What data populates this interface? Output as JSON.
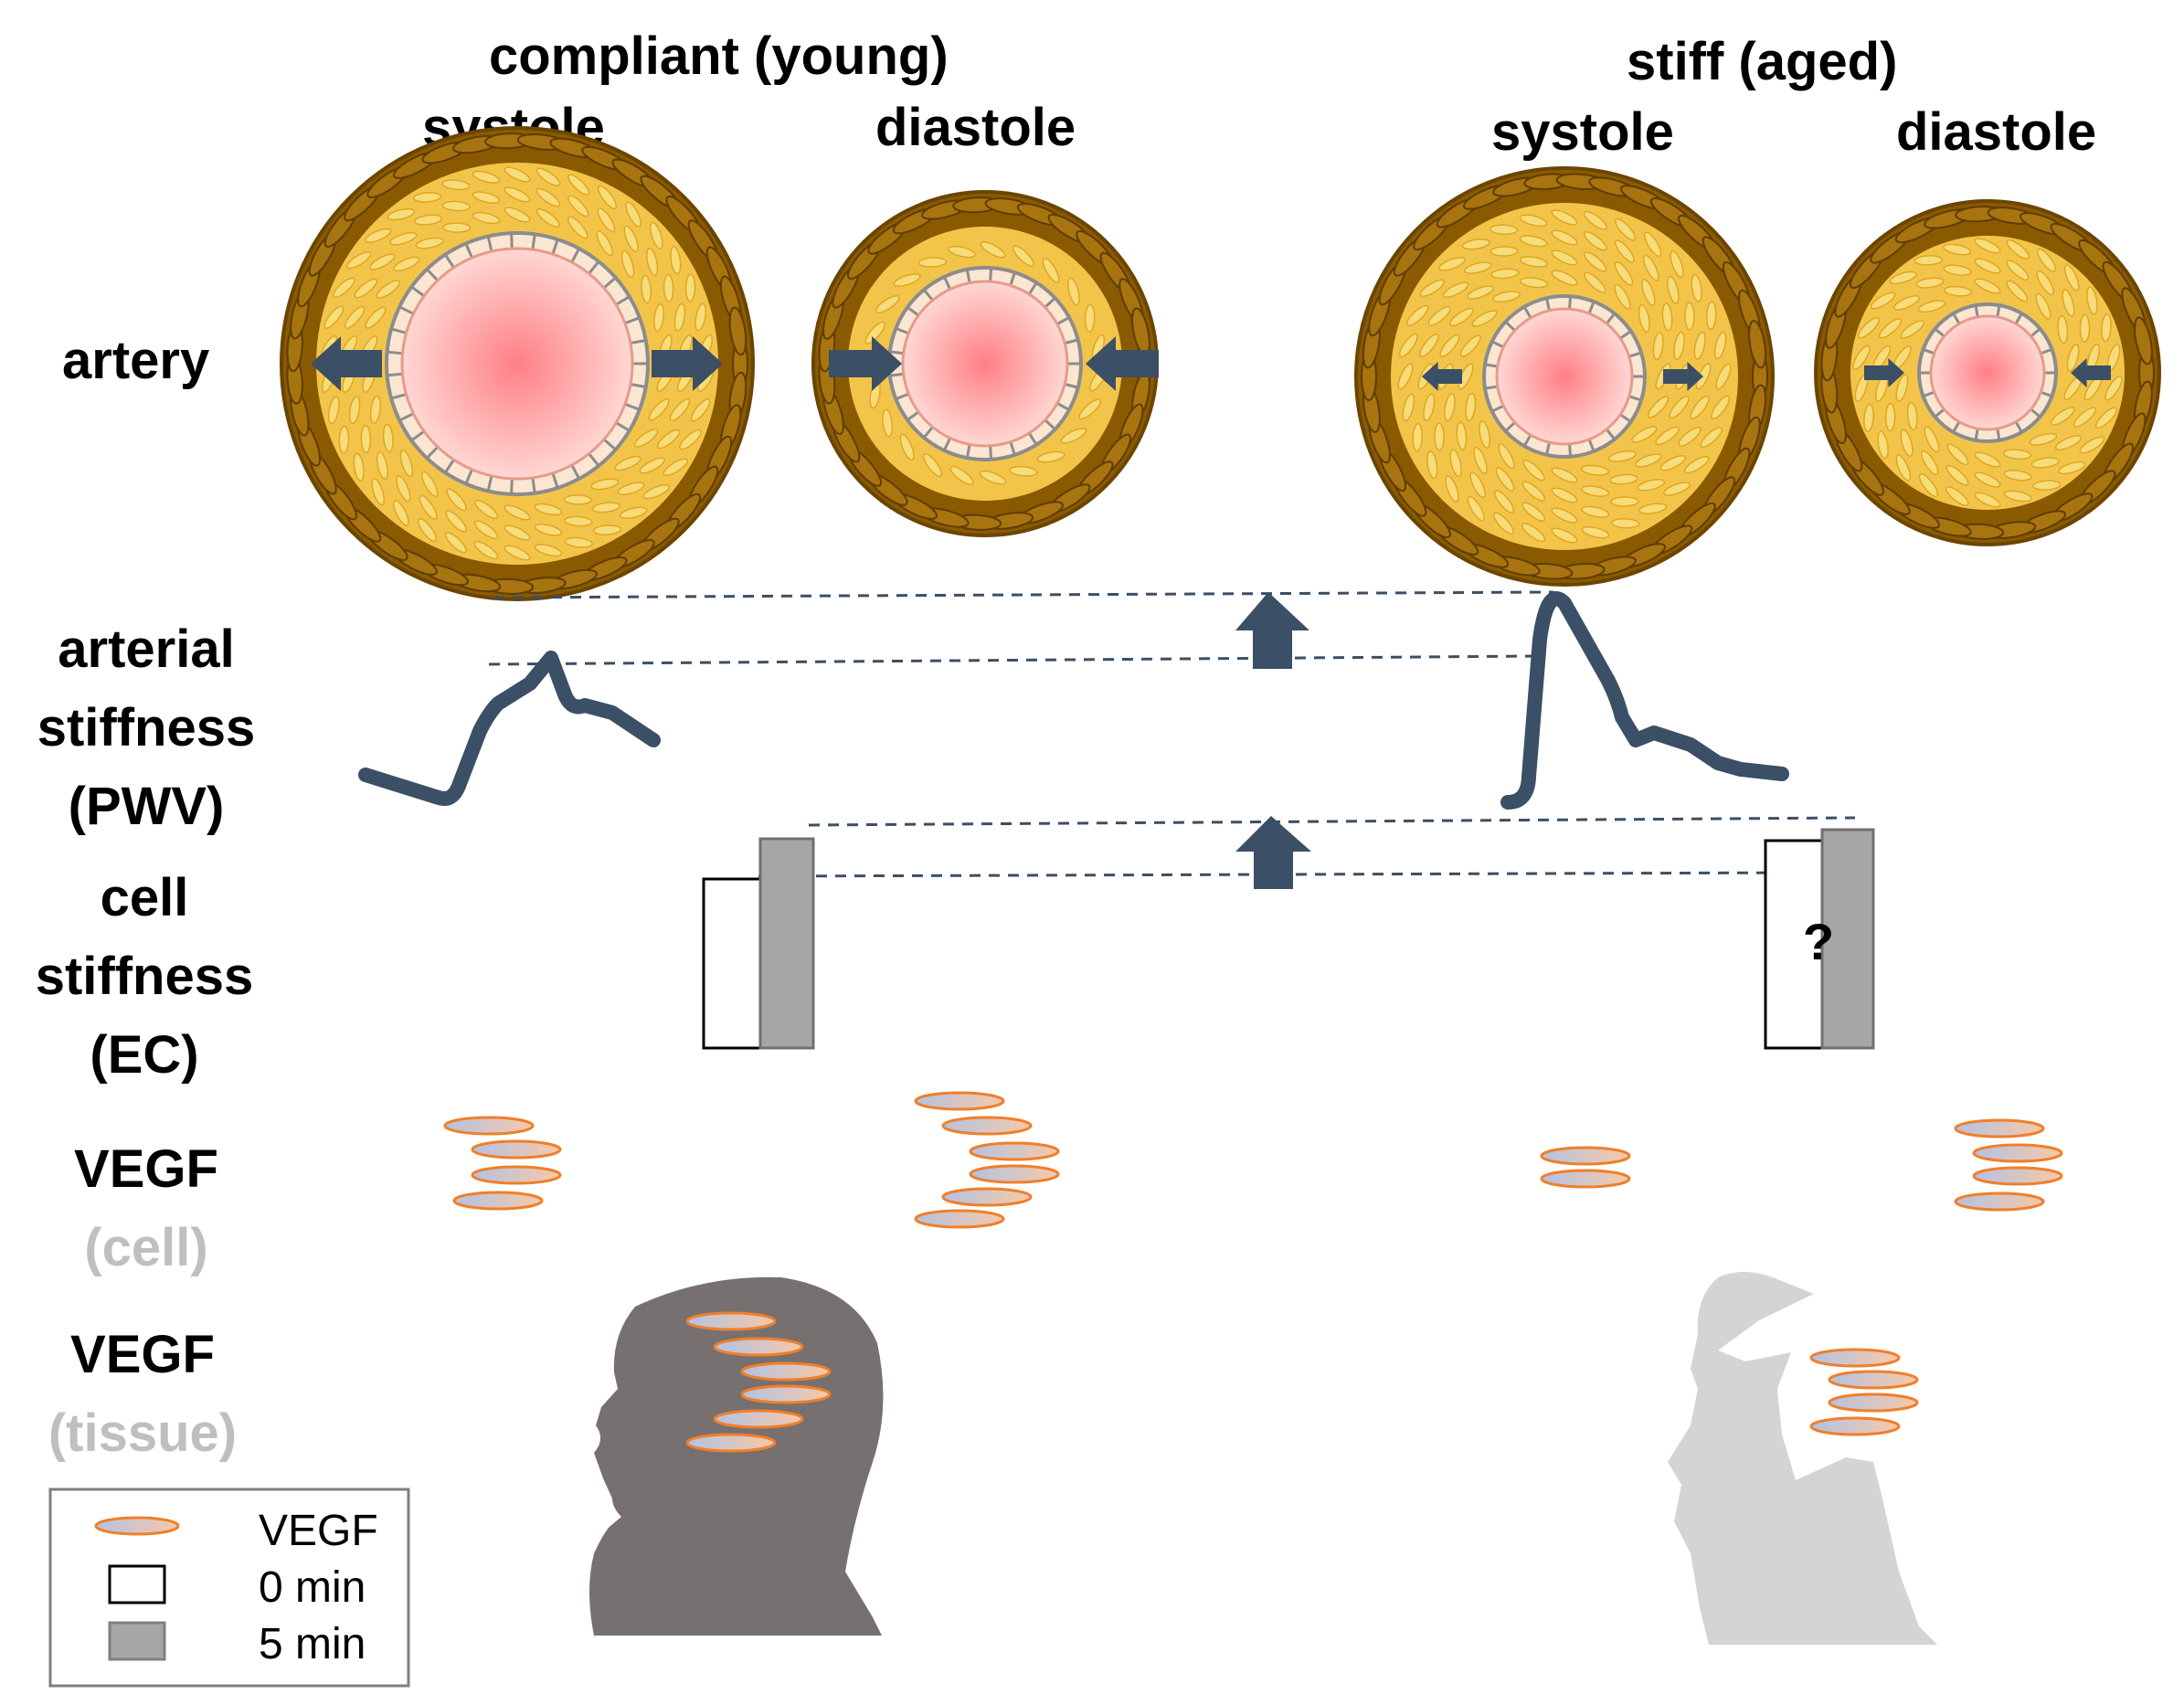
{
  "groups": {
    "young": {
      "title": "compliant (young)",
      "systole": "systole",
      "diastole": "diastole"
    },
    "aged": {
      "title": "stiff (aged)",
      "systole": "systole",
      "diastole": "diastole"
    }
  },
  "rows": {
    "artery": "artery",
    "arterial_stiffness": [
      "arterial",
      "stiffness",
      "(PWV)"
    ],
    "cell_stiffness": [
      "cell",
      "stiffness",
      "(EC)"
    ],
    "vegf_cell": [
      "VEGF",
      "(cell)"
    ],
    "vegf_tissue": [
      "VEGF",
      "(tissue)"
    ]
  },
  "unknown_mark": "?",
  "legend": {
    "vegf": "VEGF",
    "t0": "0 min",
    "t5": "5 min"
  },
  "colors": {
    "adventitia": "#8a5a00",
    "adventitia_stroke": "#6b4500",
    "media": "#f2c54a",
    "media_cell": "#f7dc7a",
    "intima_fill": "#fbe6d2",
    "intima_stroke": "#8c8c8c",
    "lumen_center": "#ff7f86",
    "lumen_edge": "#ffd7d3",
    "arrow": "#3b4f66",
    "vegf_stroke": "#f07f2a",
    "vegf_fill_a": "#b4c2e2",
    "vegf_fill_b": "#f6c9a8",
    "bar_5min": "#a6a6a6",
    "head_young": "#767070",
    "head_aged": "#d4d4d4"
  }
}
